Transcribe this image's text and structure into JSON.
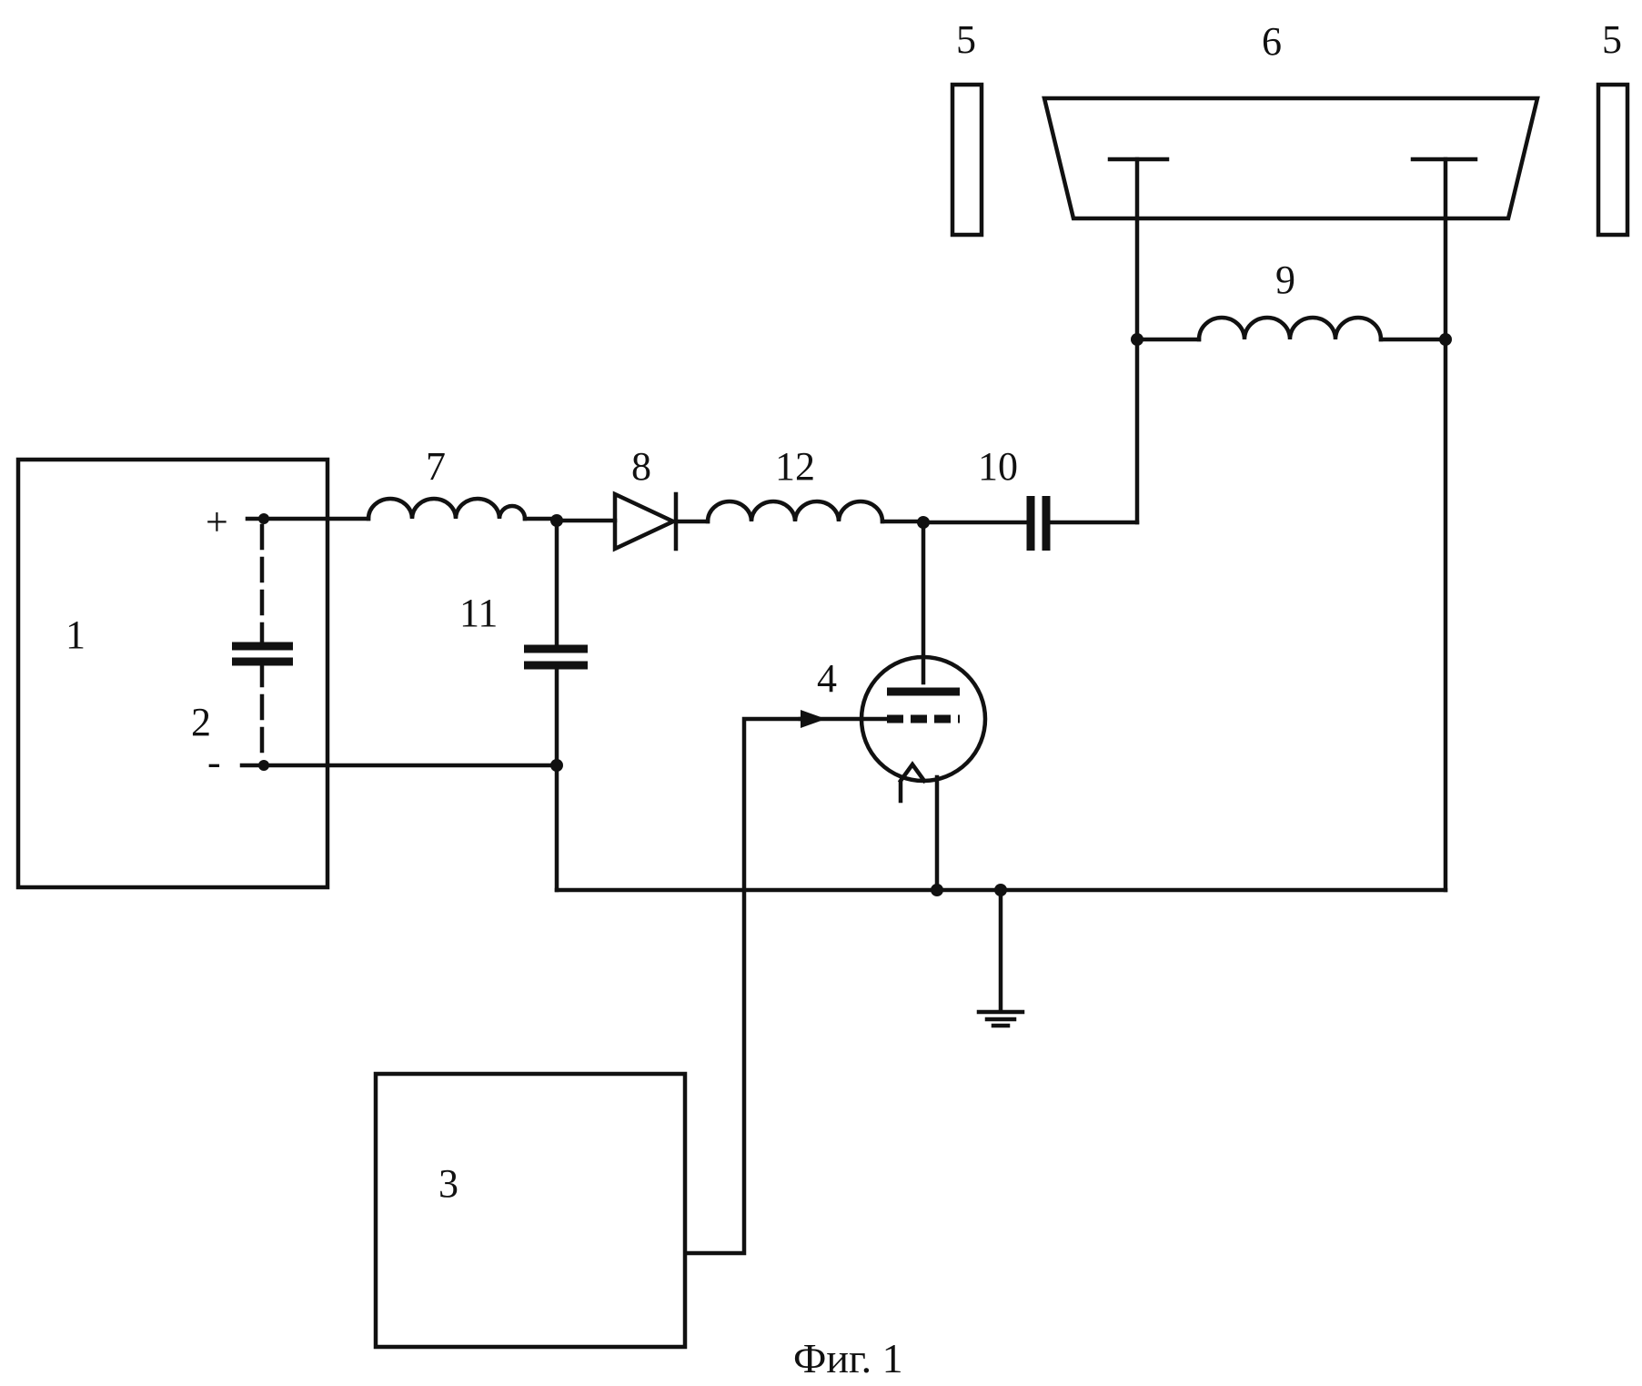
{
  "labels": {
    "block_1": "1",
    "capacitor_2": "2",
    "block_3": "3",
    "tube_4": "4",
    "electrode_left_5": "5",
    "electrode_right_5": "5",
    "chamber_6": "6",
    "inductor_7": "7",
    "diode_8": "8",
    "inductor_9": "9",
    "capacitor_10": "10",
    "capacitor_11": "11",
    "inductor_12": "12",
    "plus_terminal": "+",
    "minus_terminal": "-"
  },
  "caption": "Фиг. 1"
}
